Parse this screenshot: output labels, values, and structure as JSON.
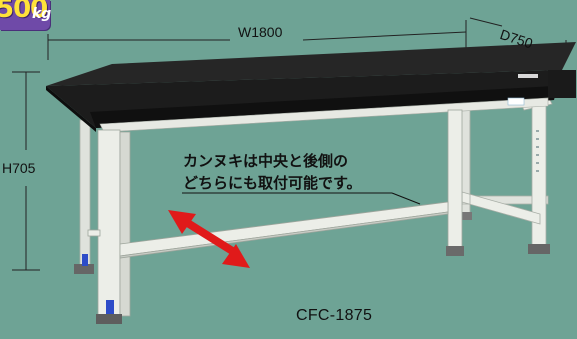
{
  "badge": {
    "load_value": "500",
    "load_unit": "kg"
  },
  "dimensions": {
    "width": "W1800",
    "depth": "D750",
    "height": "H705"
  },
  "callout": {
    "line1": "カンヌキは中央と後側の",
    "line2": "どちらにも取付可能です。"
  },
  "model": "CFC-1875",
  "colors": {
    "background": "#6ea395",
    "tabletop": "#1a1a1a",
    "frame": "#eceee8",
    "arrow": "#e01a1a",
    "badge": "#6f4aa8",
    "badge_text": "#ffe23a"
  }
}
